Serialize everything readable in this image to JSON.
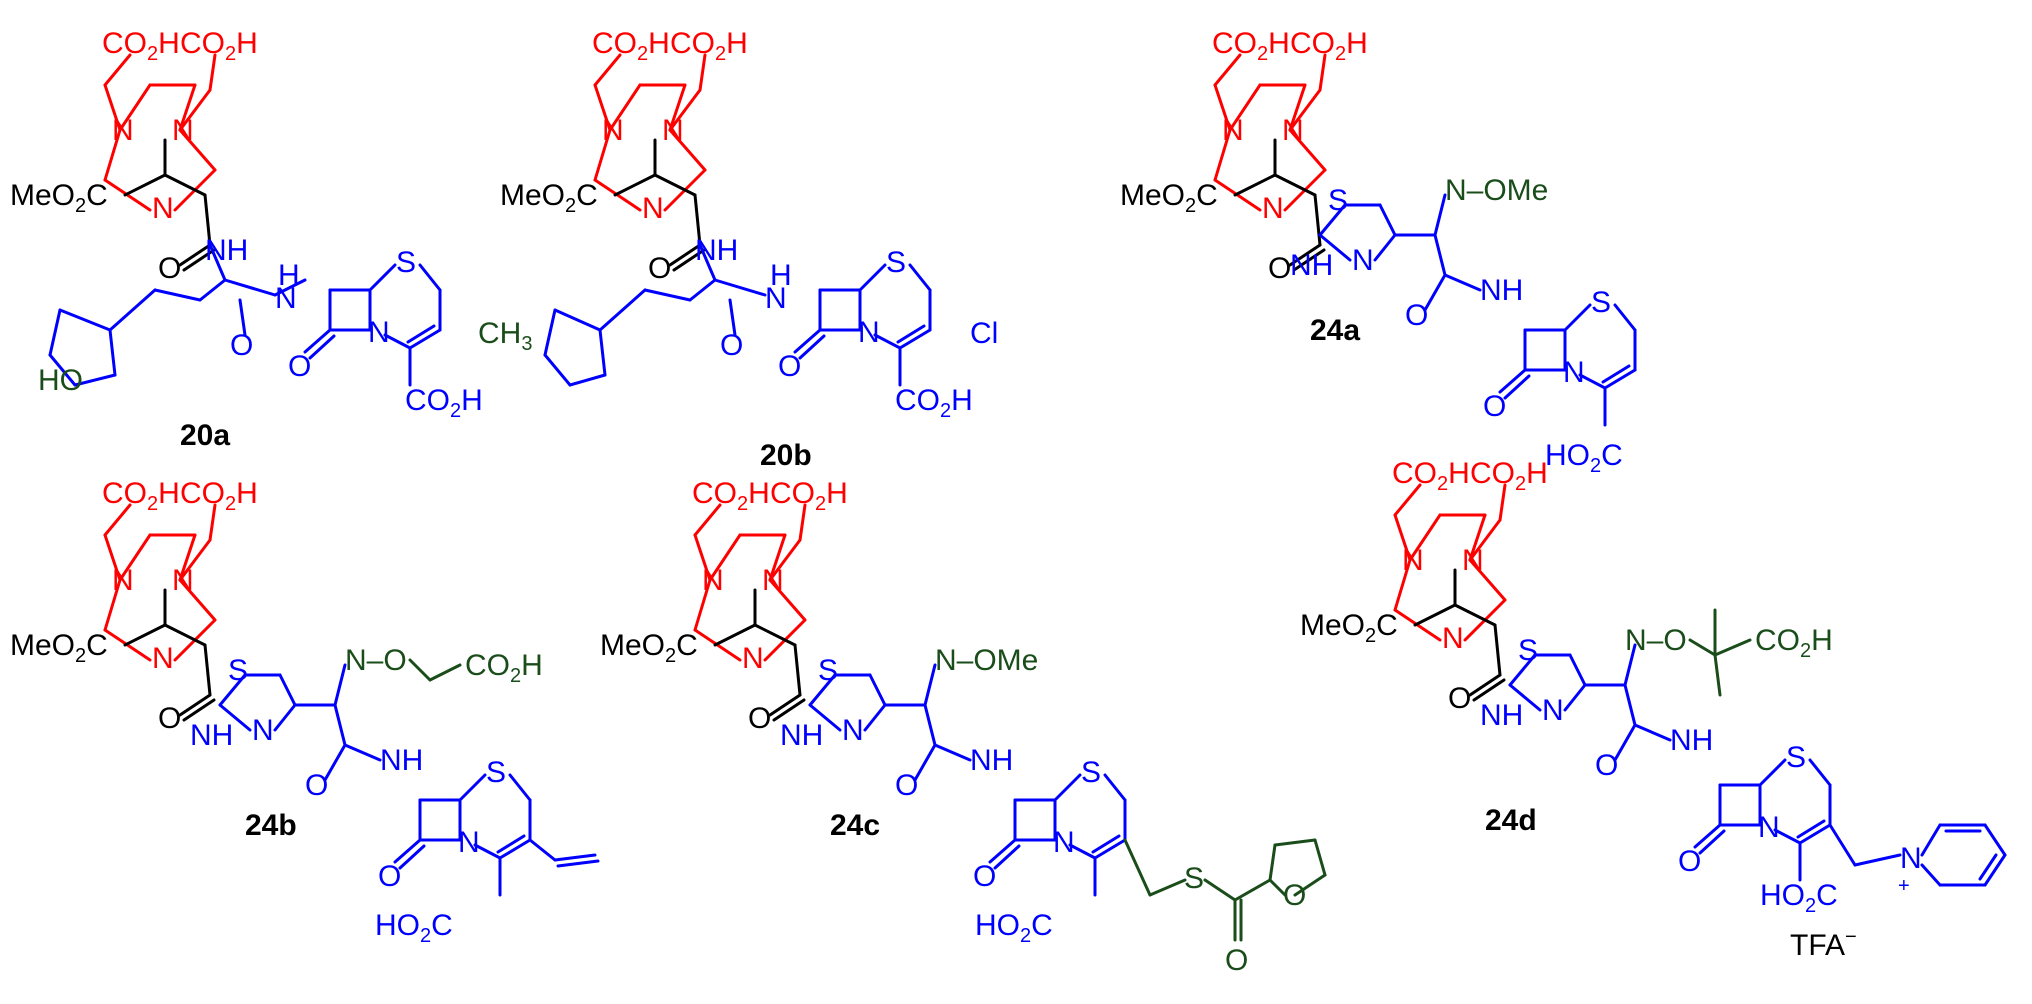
{
  "colors": {
    "chelator": "#ff0000",
    "linker": "#000000",
    "antibiotic": "#0000ff",
    "substituent": "#1a4d1a"
  },
  "compounds": [
    {
      "id": "20a",
      "label": "20a"
    },
    {
      "id": "20b",
      "label": "20b"
    },
    {
      "id": "24a",
      "label": "24a"
    },
    {
      "id": "24b",
      "label": "24b"
    },
    {
      "id": "24c",
      "label": "24c"
    },
    {
      "id": "24d",
      "label": "24d"
    }
  ],
  "atom_labels": {
    "co2h": "CO2H",
    "n": "N",
    "meo2c": "MeO2C",
    "nh": "NH",
    "o": "O",
    "s": "S",
    "ho": "HO",
    "ch3": "CH3",
    "cl": "Cl",
    "ho2c": "HO2C",
    "ome": "N–OMe",
    "tfa": "TFA−",
    "nplus": "N+"
  }
}
